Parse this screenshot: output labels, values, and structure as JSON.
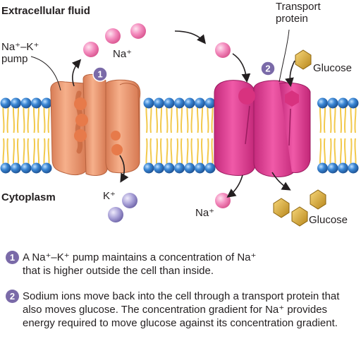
{
  "labels": {
    "extracellular_fluid": "Extracellular fluid",
    "cytoplasm": "Cytoplasm",
    "pump_line1": "Na⁺–K⁺",
    "pump_line2": "pump",
    "transport_line1": "Transport",
    "transport_line2": "protein",
    "na_top": "Na⁺",
    "na_bottom": "Na⁺",
    "k_bottom": "K⁺",
    "glucose_top": "Glucose",
    "glucose_bottom": "Glucose"
  },
  "steps": [
    {
      "number": "1",
      "text": "A Na⁺–K⁺ pump maintains a concentration of Na⁺\nthat is higher outside the cell than inside."
    },
    {
      "number": "2",
      "text": "Sodium ions move back into the cell through a transport protein that\nalso moves glucose. The concentration gradient for Na⁺ provides\nenergy required to move glucose against its concentration gradient."
    }
  ],
  "colors": {
    "phospholipid_head": "#2f6fb5",
    "phospholipid_tail": "#f2c94c",
    "pump_protein": "#f0a27a",
    "transport_protein": "#e8449a",
    "sodium_ion": "#f07ab4",
    "potassium_ion": "#9c93c9",
    "glucose": "#d6a22a",
    "step_badge": "#7a6aa8"
  }
}
